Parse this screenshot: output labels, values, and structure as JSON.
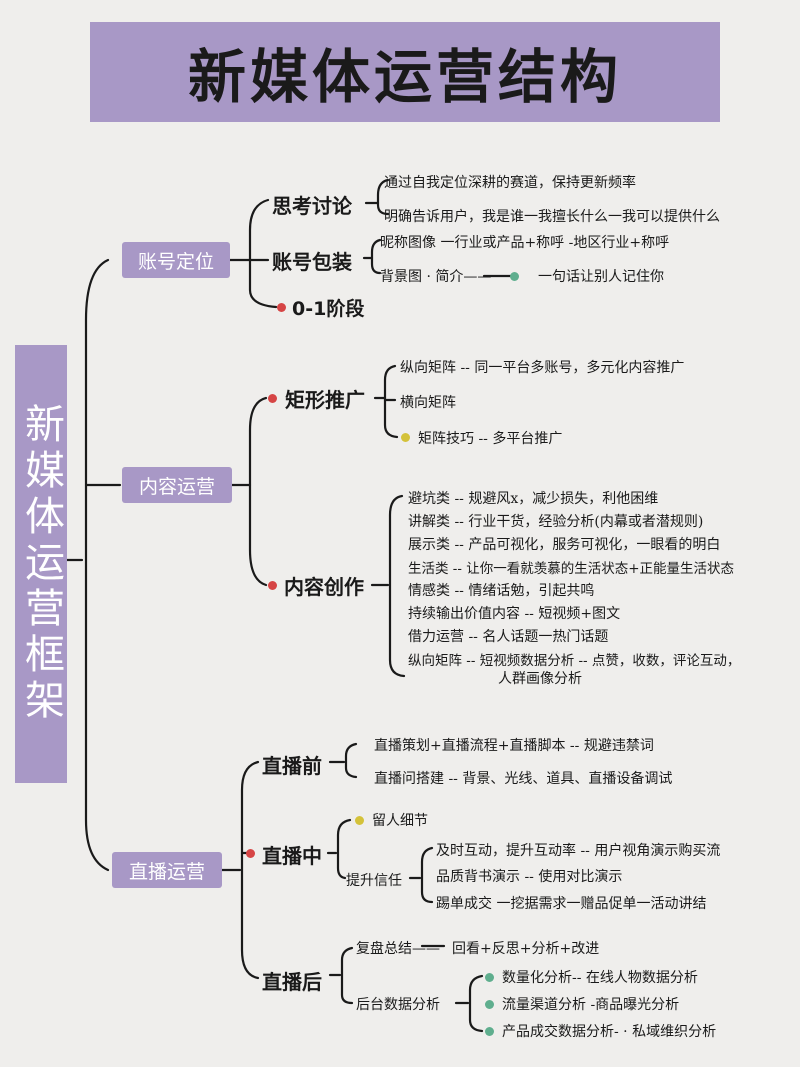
{
  "title": "新媒体运营结构",
  "vertical_title": "新媒体运营框架",
  "colors": {
    "accent": "#a898c6",
    "dot_red": "#d64545",
    "dot_yellow": "#d4c23a",
    "dot_green": "#5fae8e"
  },
  "branches": {
    "account": {
      "label": "账号定位",
      "think": {
        "heading": "思考讨论",
        "items": [
          "通过自我定位深耕的赛道，保持更新频率",
          "明确告诉用户，我是谁一我擅长什么一我可以提供什么"
        ]
      },
      "pack": {
        "heading": "账号包装",
        "items": [
          "昵称图像 一行业或产品+称呼 -地区行业+称呼",
          "背景图 · 简介——",
          "一句话让别人记住你"
        ]
      },
      "stage": "0-1阶段"
    },
    "content": {
      "label": "内容运营",
      "matrix": {
        "heading": "矩形推广",
        "items": [
          "纵向矩阵 -- 同一平台多账号，多元化内容推广",
          "横向矩阵",
          "矩阵技巧 -- 多平台推广"
        ]
      },
      "create": {
        "heading": "内容创作",
        "items": [
          "避坑类 -- 规避风ⅹ，减少损失，利他困维",
          "讲解类 -- 行业干货，经验分析(内幕或者潜规则)",
          "展示类 -- 产品可视化，服务可视化，一眼看的明白",
          "生活类 -- 让你一看就羡慕的生活状态+正能量生活状态",
          "情感类 -- 情绪话勉，引起共鸣",
          "持续输出价值内容 -- 短视频+图文",
          "借力运营 -- 名人话题一热门话题",
          "纵向矩阵 -- 短视频数据分析 -- 点赞，收数，评论互动，",
          "人群画像分析"
        ]
      }
    },
    "live": {
      "label": "直播运营",
      "before": {
        "heading": "直播前",
        "items": [
          "直播策划+直播流程+直播脚本 -- 规避违禁词",
          "直播问搭建 -- 背景、光线、道具、直播设备调试"
        ]
      },
      "during": {
        "heading": "直播中",
        "detail": "留人细节",
        "trust": "提升信任",
        "trust_items": [
          "及时互动，提升互动率 -- 用户视角演示购买流",
          "品质背书演示 -- 使用对比演示",
          "踢单成交 一挖据需求一赠品促单一活动讲结"
        ]
      },
      "after": {
        "heading": "直播后",
        "review": "复盘总结——",
        "review_text": "回看+反思+分析+改进",
        "backend": "后台数据分析",
        "backend_items": [
          "数量化分析-- 在线人物数据分析",
          "流量渠道分析 -商品曝光分析",
          "产品成交数据分析- · 私域维织分析"
        ]
      }
    }
  }
}
